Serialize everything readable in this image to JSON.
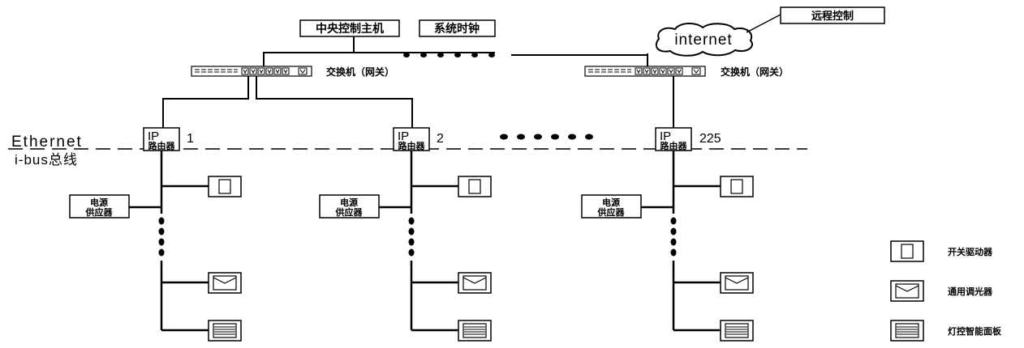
{
  "diagram": {
    "top_boxes": {
      "central_host": "中央控制主机",
      "system_clock": "系统时钟"
    },
    "internet": "internet",
    "remote_control": "远程控制",
    "switch_label": "交换机（网关）",
    "bus_labels": {
      "ethernet": "Ethernet",
      "ibus": "i-bus总线"
    },
    "router": {
      "ip": "IP",
      "label": "路由器",
      "numbers": [
        "1",
        "2",
        "225"
      ]
    },
    "power_supply": {
      "line1": "电源",
      "line2": "供应器"
    },
    "legend": [
      {
        "icon": "switch-actuator-icon",
        "label": "开关驱动器"
      },
      {
        "icon": "dimmer-icon",
        "label": "通用调光器"
      },
      {
        "icon": "light-panel-icon",
        "label": "灯控智能面板"
      }
    ]
  }
}
